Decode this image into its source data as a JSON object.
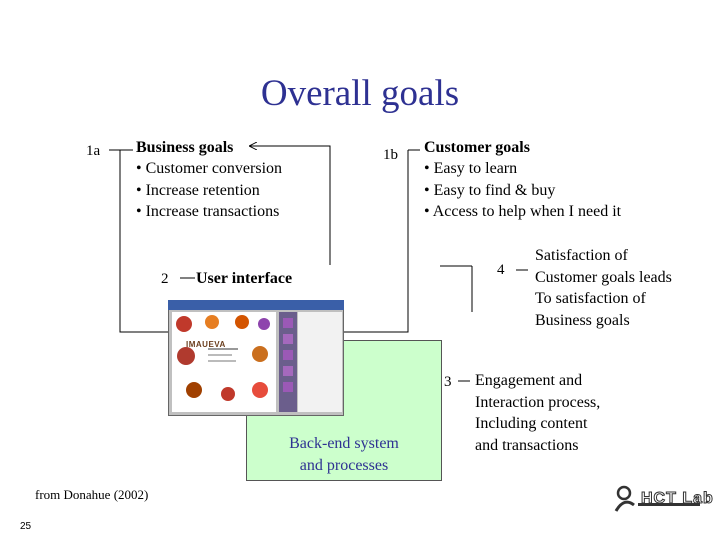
{
  "title": "Overall goals",
  "labels": {
    "n1a": "1a",
    "n1b": "1b",
    "n2": "2",
    "n3": "3",
    "n4": "4"
  },
  "business_goals": {
    "heading": "Business goals",
    "items": [
      "• Customer conversion",
      "• Increase retention",
      "• Increase transactions"
    ]
  },
  "customer_goals": {
    "heading": "Customer goals",
    "items": [
      "• Easy to learn",
      "• Easy to find & buy",
      "• Access to help when I need it"
    ]
  },
  "user_interface": "User interface",
  "screenshot_logo_text": "IMAUEVA",
  "satisfaction_note": [
    "Satisfaction of",
    "Customer goals leads",
    "To satisfaction of",
    "Business goals"
  ],
  "engagement_note": [
    "Engagement and",
    "Interaction process,",
    "Including content",
    "and transactions"
  ],
  "backend": [
    "Back-end system",
    "and processes"
  ],
  "source": "from Donahue (2002)",
  "page_number": "25",
  "logo_text": "HCT Lab",
  "colors": {
    "title": "#2e3192",
    "backend_fill": "#ccffcc",
    "backend_text": "#2e3192"
  }
}
